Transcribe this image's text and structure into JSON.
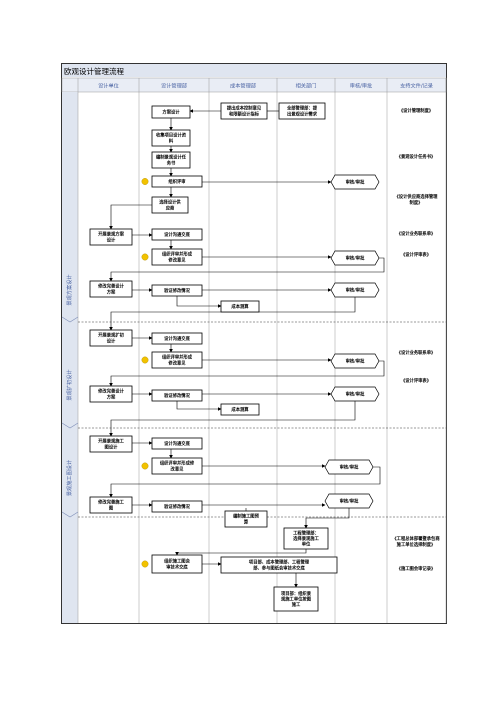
{
  "title": "欧观设计管理流程",
  "columns": [
    "设计单位",
    "设计管理部",
    "成本管理部",
    "相关部门",
    "审核/审批",
    "支持文件/记录"
  ],
  "phases": [
    "景观方案设计",
    "景观扩初设计",
    "景观施工图设计"
  ],
  "boxes": [
    {
      "id": "b1",
      "lines": [
        "方案设计"
      ],
      "bold": true
    },
    {
      "id": "b2",
      "lines": [
        "提出成本控制意见",
        "和限额设计指标"
      ],
      "bold": true
    },
    {
      "id": "b3",
      "lines": [
        "全部管理部：提",
        "出景观设计需求"
      ],
      "bold": true
    },
    {
      "id": "b4",
      "lines": [
        "收集项目设计资",
        "料"
      ],
      "bold": true
    },
    {
      "id": "b5",
      "lines": [
        "编制景观设计任",
        "务书"
      ],
      "bold": true
    },
    {
      "id": "b6",
      "lines": [
        "组织评审"
      ],
      "bold": true,
      "badge": true
    },
    {
      "id": "b7",
      "lines": [
        "选择设计供",
        "应商"
      ],
      "bold": true
    },
    {
      "id": "b8",
      "lines": [
        "开展景观方案",
        "设计"
      ],
      "bold": true
    },
    {
      "id": "b9",
      "lines": [
        "设计沟通交底"
      ],
      "bold": true
    },
    {
      "id": "b10",
      "lines": [
        "组织评审并形成",
        "修改意见"
      ],
      "bold": true,
      "badge": true
    },
    {
      "id": "b11",
      "lines": [
        "修改完善设计",
        "方案"
      ],
      "bold": true
    },
    {
      "id": "b12",
      "lines": [
        "验证修改情况"
      ],
      "bold": true
    },
    {
      "id": "b13",
      "lines": [
        "成本测算"
      ],
      "bold": true
    },
    {
      "id": "b14",
      "lines": [
        "开展景观扩初",
        "设计"
      ],
      "bold": true
    },
    {
      "id": "b15",
      "lines": [
        "设计沟通交底"
      ],
      "bold": true
    },
    {
      "id": "b16",
      "lines": [
        "组织评审并形成",
        "修改意见"
      ],
      "bold": true,
      "badge": true
    },
    {
      "id": "b17",
      "lines": [
        "修改完善设计",
        "方案"
      ],
      "bold": true
    },
    {
      "id": "b18",
      "lines": [
        "验证修改情况"
      ],
      "bold": true
    },
    {
      "id": "b19",
      "lines": [
        "成本测算"
      ],
      "bold": true
    },
    {
      "id": "b20",
      "lines": [
        "开展景观施工",
        "图设计"
      ],
      "bold": true
    },
    {
      "id": "b21",
      "lines": [
        "设计沟通交底"
      ],
      "bold": true
    },
    {
      "id": "b22",
      "lines": [
        "组织评审并形成修",
        "改意见"
      ],
      "bold": true,
      "badge": true
    },
    {
      "id": "b23",
      "lines": [
        "修改完善施工",
        "图"
      ],
      "bold": true
    },
    {
      "id": "b24",
      "lines": [
        "验证修改情况"
      ],
      "bold": true
    },
    {
      "id": "b25",
      "lines": [
        "编制施工图预",
        "算"
      ],
      "bold": true
    },
    {
      "id": "b26",
      "lines": [
        "工程管理部：",
        "选择景观施工",
        "单位"
      ],
      "bold": true
    },
    {
      "id": "b27",
      "lines": [
        "组织施工图会",
        "审技术交底"
      ],
      "bold": true,
      "badge": true
    },
    {
      "id": "b28",
      "lines": [
        "项目部、成本管理部、工程管理",
        "部、参与图纸会审技术交底"
      ],
      "bold": true
    },
    {
      "id": "b29",
      "lines": [
        "项目部：组织景",
        "观施工单位按图",
        "施工"
      ],
      "bold": true
    }
  ],
  "review_label": "审核/审批",
  "support_docs": [
    {
      "id": "d1",
      "lines": [
        "《设计管理制度》"
      ]
    },
    {
      "id": "d2",
      "lines": [
        "《景观设计任务书》"
      ]
    },
    {
      "id": "d3",
      "lines": [
        "《设计供应商选择管理",
        "制度》"
      ]
    },
    {
      "id": "d4",
      "lines": [
        "《设计业务联系单》"
      ]
    },
    {
      "id": "d5",
      "lines": [
        "《设计评审表》"
      ]
    },
    {
      "id": "d6",
      "lines": [
        "《设计业务联系单》"
      ]
    },
    {
      "id": "d7",
      "lines": [
        "《设计评审表》"
      ]
    },
    {
      "id": "d8",
      "lines": [
        "《工程总体部署暨承包商",
        "施工单位选择制度》"
      ]
    },
    {
      "id": "d9",
      "lines": [
        "《施工图会审记录》"
      ]
    }
  ],
  "colors": {
    "title_bg": "#dfe5f0",
    "header_bg": "#e9edf5",
    "sidebar_bg": "#dfe5f0",
    "line": "#000000",
    "phase_text": "#4a63a3",
    "header_text": "#4a63a3",
    "badge": "#f2c200"
  }
}
